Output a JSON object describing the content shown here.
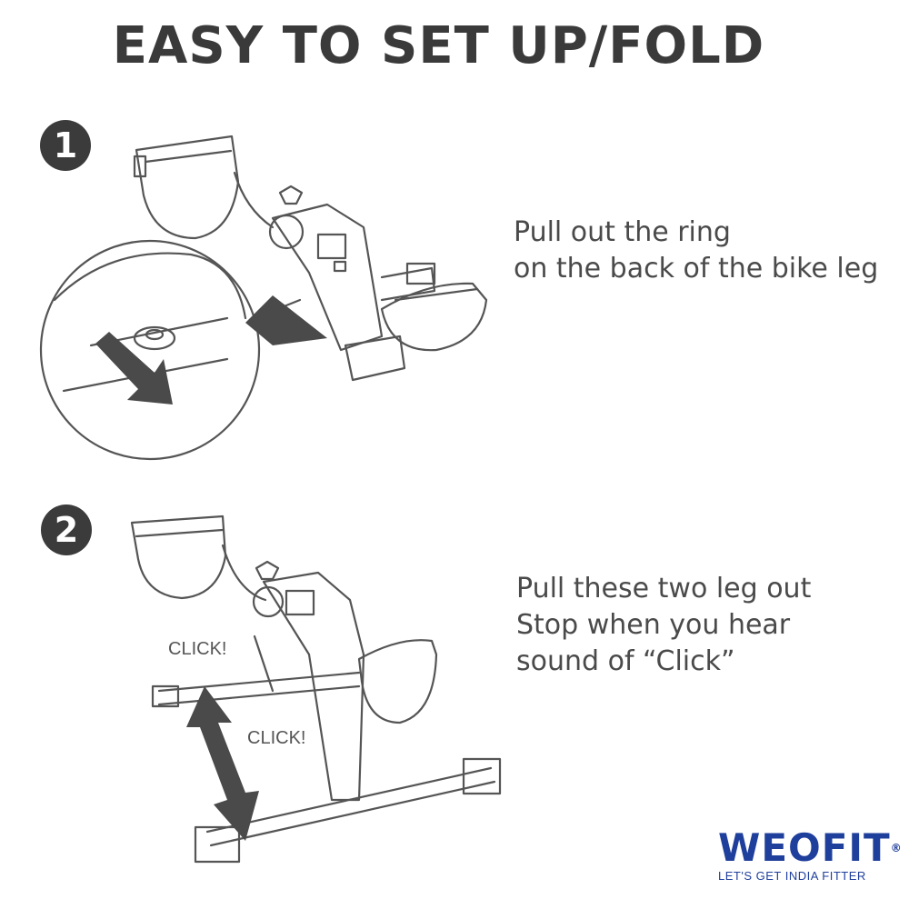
{
  "title": "EASY TO SET UP/FOLD",
  "steps": [
    {
      "number": "1",
      "lines": [
        "Pull out the ring",
        "on the back of the bike leg"
      ]
    },
    {
      "number": "2",
      "lines": [
        "Pull these two leg out",
        "Stop when you hear",
        "sound of “Click”"
      ],
      "labels": [
        "CLICK!",
        "CLICK!"
      ]
    }
  ],
  "brand": {
    "name": "WEOFIT",
    "registered": "®",
    "tagline": "LET'S GET INDIA FITTER",
    "color": "#1f3f9c"
  },
  "colors": {
    "text": "#3a3a3a",
    "line": "#555555",
    "arrow": "#4a4a4a"
  }
}
